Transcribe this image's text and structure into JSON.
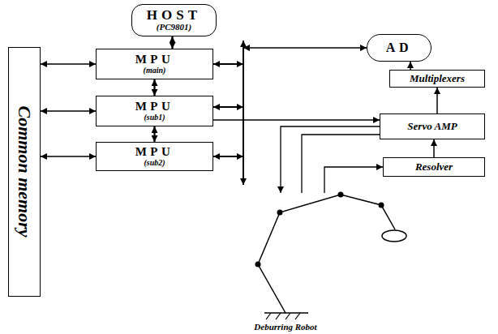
{
  "diagram": {
    "nodes": [
      {
        "text": [
          "HOST",
          "(PC9801)"
        ]
      },
      {
        "text": [
          "Common memory"
        ]
      },
      {
        "text": [
          "MPU",
          "(main)"
        ]
      },
      {
        "text": [
          "MPU",
          "(sub1)"
        ]
      },
      {
        "text": [
          "MPU",
          "(sub2)"
        ]
      },
      {
        "text": [
          "AD"
        ]
      },
      {
        "text": [
          "Multiplexers"
        ]
      },
      {
        "text": [
          "Servo AMP"
        ]
      },
      {
        "text": [
          "Resolver"
        ]
      }
    ],
    "edges": [
      {
        "from": 0,
        "to": 2,
        "arrow": "both"
      },
      {
        "from": 1,
        "to": 2,
        "arrow": "both"
      },
      {
        "from": 1,
        "to": 3,
        "arrow": "both"
      },
      {
        "from": 1,
        "to": 4,
        "arrow": "both"
      },
      {
        "from": 2,
        "to": 3,
        "arrow": "both"
      },
      {
        "from": 3,
        "to": 4,
        "arrow": "both"
      },
      {
        "from": 3,
        "to": 7,
        "arrow": "to"
      },
      {
        "from": 6,
        "to": 5,
        "arrow": "to"
      },
      {
        "from": 7,
        "to": 6,
        "arrow": "to"
      },
      {
        "from": 8,
        "to": 7,
        "arrow": "to"
      }
    ],
    "labels": [
      "Deburring Robot"
    ]
  }
}
